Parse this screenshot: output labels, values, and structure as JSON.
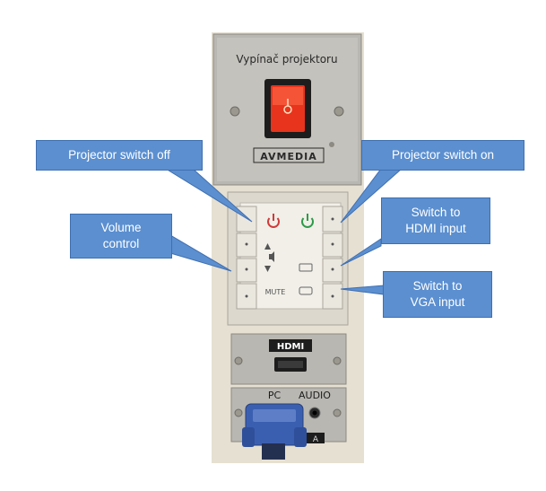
{
  "plate": {
    "title": "Vypínač projektoru",
    "brand": "AVMEDIA"
  },
  "panel": {
    "mute_label": "MUTE"
  },
  "inputs": {
    "hdmi_label": "HDMI",
    "pc_label": "PC",
    "audio_label": "AUDIO",
    "vga_tag": "A"
  },
  "callouts": {
    "projector_off": "Projector switch off",
    "projector_on": "Projector switch on",
    "volume": "Volume\ncontrol",
    "hdmi": "Switch to\nHDMI input",
    "vga": "Switch to\nVGA input"
  },
  "colors": {
    "callout_fill": "#5b8fd0",
    "power_off_red": "#d03a3a",
    "power_on_green": "#2f9a4a",
    "rocker_red": "#e8341c"
  }
}
